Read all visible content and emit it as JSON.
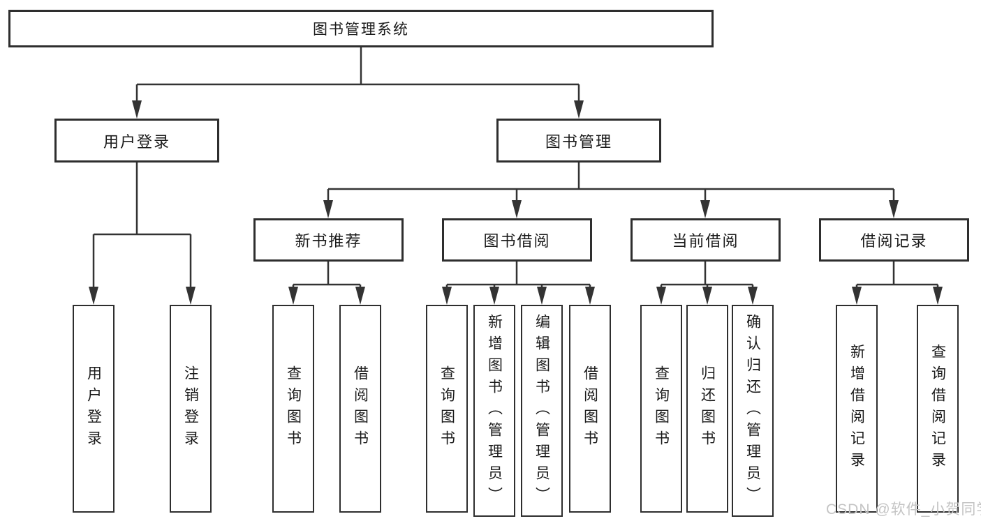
{
  "tree": {
    "root": {
      "label": "图书管理系统"
    },
    "branches": [
      {
        "label": "用户登录",
        "children": [
          {
            "label": "用户登录"
          },
          {
            "label": "注销登录"
          }
        ]
      },
      {
        "label": "图书管理",
        "groups": [
          {
            "label": "新书推荐",
            "children": [
              {
                "label": "查询图书"
              },
              {
                "label": "借阅图书"
              }
            ]
          },
          {
            "label": "图书借阅",
            "children": [
              {
                "label": "查询图书"
              },
              {
                "label": "新增图书（管理员）"
              },
              {
                "label": "编辑图书（管理员）"
              },
              {
                "label": "借阅图书"
              }
            ]
          },
          {
            "label": "当前借阅",
            "children": [
              {
                "label": "查询图书"
              },
              {
                "label": "归还图书"
              },
              {
                "label": "确认归还（管理员）"
              }
            ]
          },
          {
            "label": "借阅记录",
            "children": [
              {
                "label": "新增借阅记录"
              },
              {
                "label": "查询借阅记录"
              }
            ]
          }
        ]
      }
    ]
  },
  "watermark": {
    "text": "CSDN @软件_小贺同学"
  },
  "colors": {
    "line": "#333333",
    "box_border": "#2e2e2e",
    "box_fill": "#ffffff",
    "text": "#1a1a1a",
    "watermark": "#c4c4c4",
    "background": "#ffffff"
  }
}
